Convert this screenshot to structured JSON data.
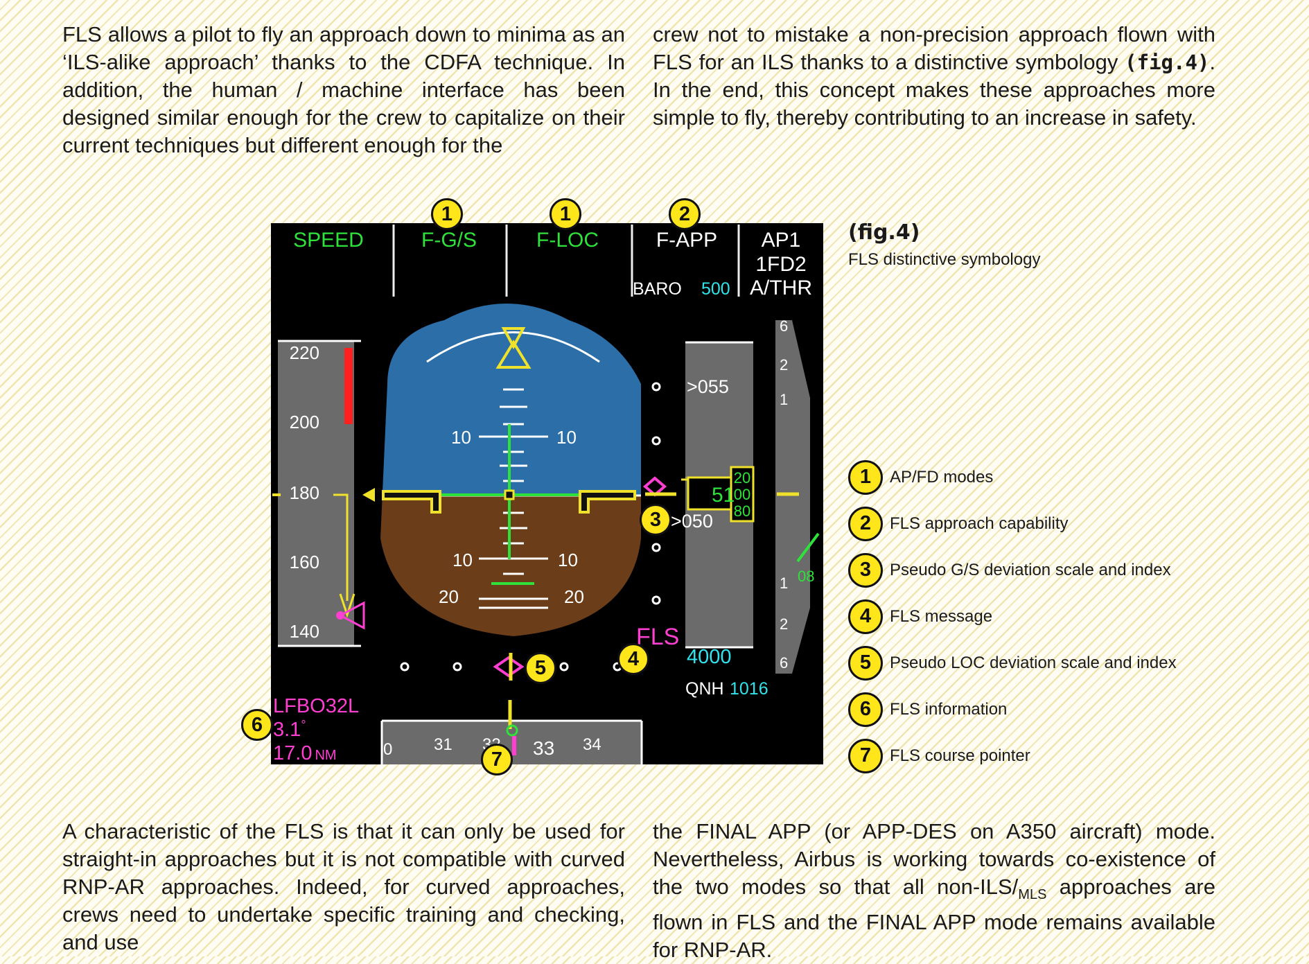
{
  "article": {
    "top_left": "FLS allows a pilot to fly an approach down to minima as an ‘ILS-alike approach’ thanks to the CDFA technique. In addition, the human / machine interface has been designed similar enough for the crew to capitalize on their current techniques but different enough for the",
    "top_right_pre": "crew not to mistake a non-precision approach flown with FLS for an ILS thanks to a distinctive symbology",
    "top_right_ref": "(fig.4)",
    "top_right_post": ". In the end, this concept makes these approaches more simple to fly, thereby contributing to an increase in safety.",
    "bottom_left": "A characteristic of the FLS is that it can only be used for straight-in approaches but it is not compatible with curved RNP-AR approaches. Indeed, for curved approaches, crews need to undertake specific training and checking, and use",
    "bottom_right_pre": "the FINAL APP (or APP-DES on A350 aircraft) mode. Nevertheless, Airbus is working towards co-existence of the two modes so that all non-ILS/",
    "bottom_right_sub": "MLS",
    "bottom_right_post": " approaches are flown in FLS and the FINAL APP mode remains available for RNP-AR."
  },
  "figure": {
    "ref": "(fig.4)",
    "caption": "FLS distinctive symbology",
    "legend": [
      {
        "num": "1",
        "text": "AP/FD modes"
      },
      {
        "num": "2",
        "text": "FLS approach capability"
      },
      {
        "num": "3",
        "text": "Pseudo G/S deviation scale and index"
      },
      {
        "num": "4",
        "text": "FLS message"
      },
      {
        "num": "5",
        "text": "Pseudo LOC deviation scale and index"
      },
      {
        "num": "6",
        "text": "FLS information"
      },
      {
        "num": "7",
        "text": "FLS course pointer"
      }
    ],
    "callouts": [
      "1",
      "1",
      "2",
      "3",
      "4",
      "5",
      "6",
      "7"
    ]
  },
  "pfd": {
    "fma": {
      "speed": "SPEED",
      "vertical": "F-G/S",
      "lateral": "F-LOC",
      "approach": "F-APP",
      "baro": "BARO",
      "minima": "500",
      "ap": "AP1",
      "fd": "1FD2",
      "athr": "A/THR"
    },
    "speed_tape": {
      "labels": [
        "220",
        "200",
        "180",
        "160",
        "140"
      ]
    },
    "pitch_labels": {
      "upper": "10",
      "lower": "10",
      "lower20": "20"
    },
    "alt_tape": {
      "upper": "055",
      "lower": "050",
      "readout_main": "51",
      "readout_drum": [
        "20",
        "00",
        "80"
      ],
      "target": "4000",
      "qnh_label": "QNH",
      "qnh_value": "1016"
    },
    "vsi": {
      "labels": [
        "6",
        "2",
        "1",
        "1",
        "2",
        "6"
      ],
      "readout": "08"
    },
    "fls_message": "FLS",
    "fls_info": {
      "runway": "LFBO32L",
      "angle": "3.1",
      "angle_unit": "°",
      "distance": "17.0",
      "distance_unit": "NM"
    },
    "heading": {
      "labels": [
        "0",
        "31",
        "32",
        "33",
        "34"
      ]
    },
    "colors": {
      "green": "#2ee23b",
      "yellow": "#f0e22a",
      "magenta": "#ff3fd2",
      "cyan": "#31e3ea",
      "sky": "#2b6ea8",
      "ground": "#6b3d19",
      "tape": "#6b6b6b"
    }
  }
}
